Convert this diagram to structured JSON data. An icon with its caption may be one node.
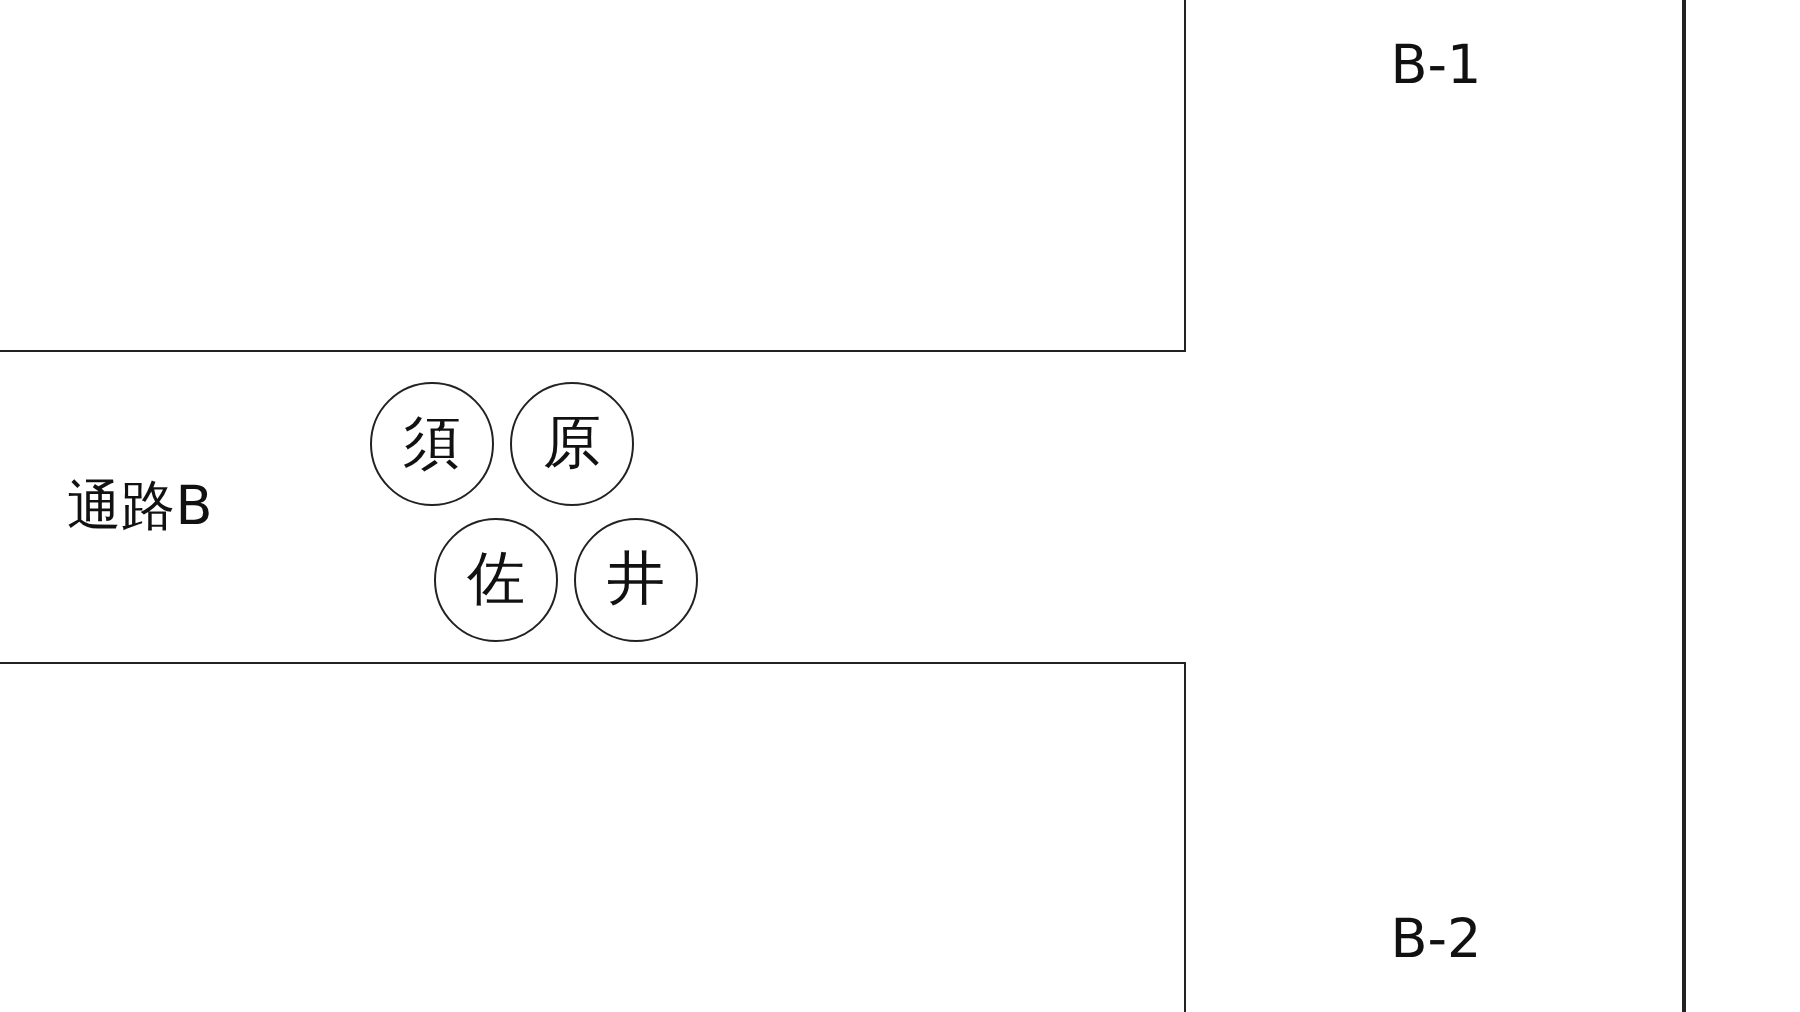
{
  "diagram": {
    "nodes": [
      {
        "text": [],
        "shape": "box"
      },
      {
        "text": [
          "須"
        ]
      },
      {
        "text": [
          "原"
        ]
      },
      {
        "text": [
          "佐"
        ]
      },
      {
        "text": [
          "井"
        ]
      },
      {
        "text": [],
        "shape": "box"
      }
    ],
    "labels": [
      "B-1",
      "通路B",
      "B-2"
    ]
  }
}
